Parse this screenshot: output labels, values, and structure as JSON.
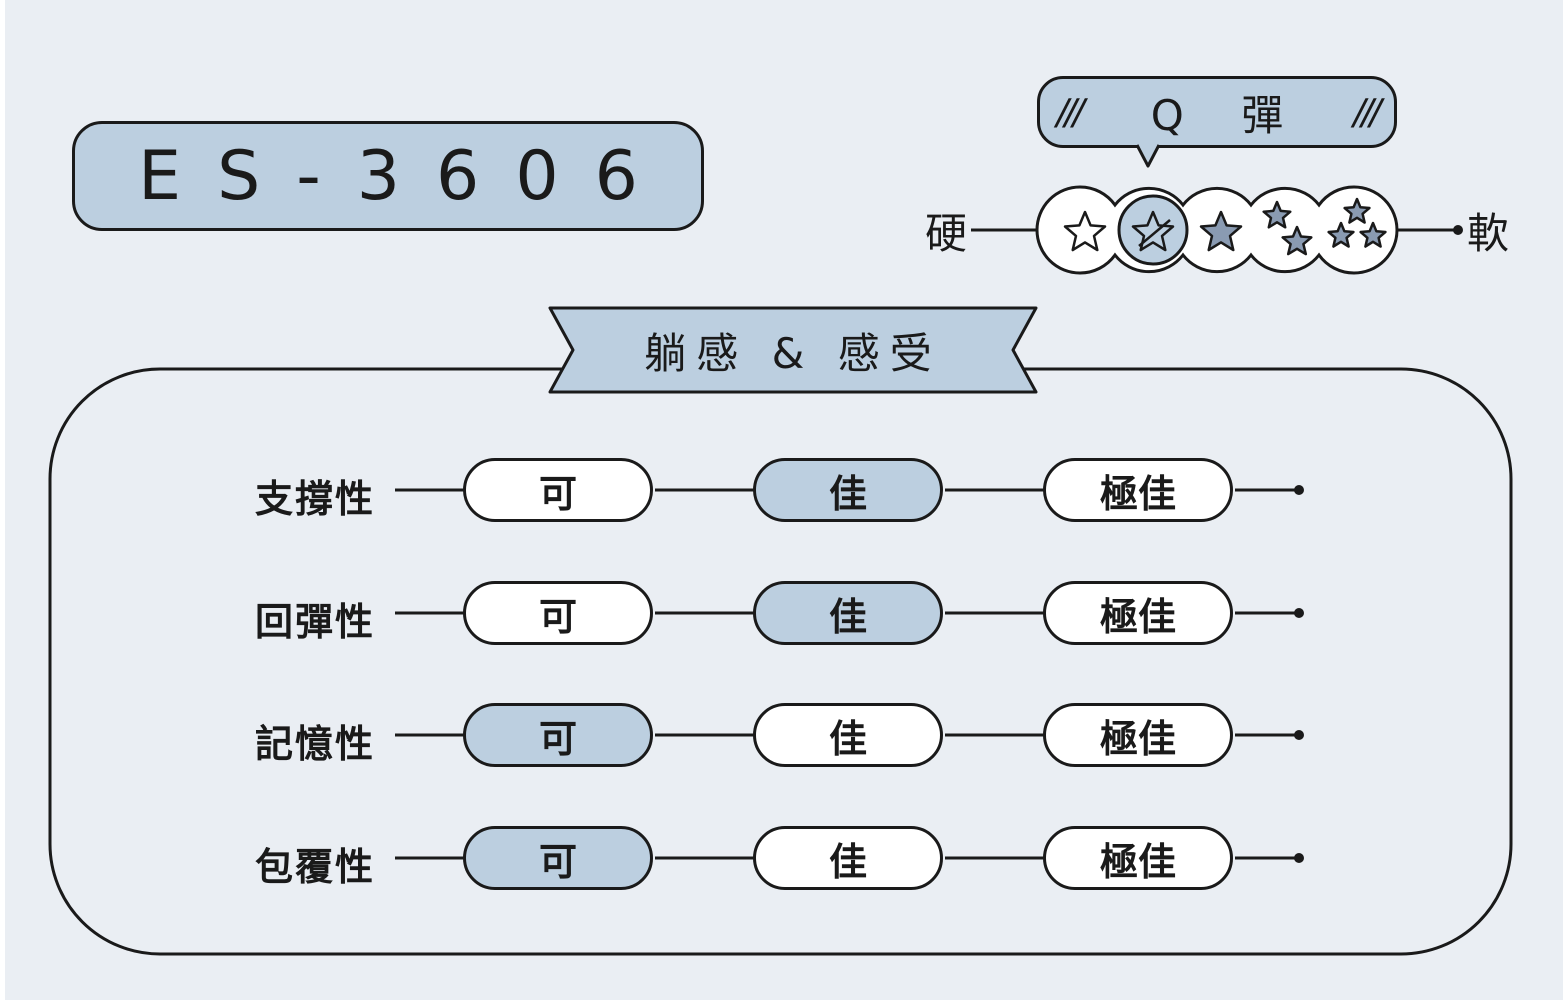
{
  "model": "ES-3606",
  "firmness": {
    "label": "Q 彈",
    "hard_label": "硬",
    "soft_label": "軟",
    "levels": 5,
    "selected_level": 2
  },
  "section_title": "躺感 & 感受",
  "grades": [
    "可",
    "佳",
    "極佳"
  ],
  "metrics": [
    {
      "label": "支撐性",
      "rating": "佳"
    },
    {
      "label": "回彈性",
      "rating": "佳"
    },
    {
      "label": "記憶性",
      "rating": "可"
    },
    {
      "label": "包覆性",
      "rating": "可"
    }
  ],
  "colors": {
    "background": "#eaeef3",
    "accent": "#bccfe0",
    "star_fill": "#8a9bb2",
    "outline": "#1a1a1a"
  }
}
